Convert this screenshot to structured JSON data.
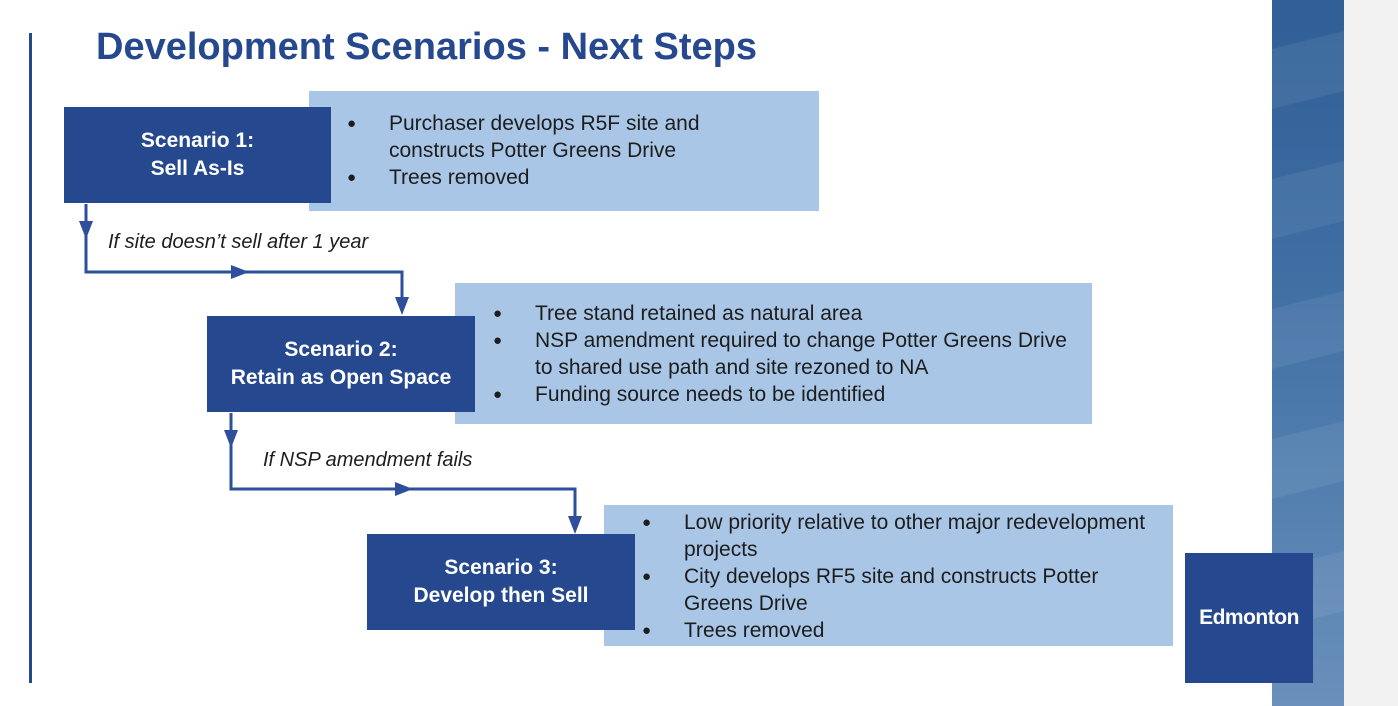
{
  "title": "Development Scenarios - Next Steps",
  "scenarios": [
    {
      "label_line1": "Scenario 1:",
      "label_line2": "Sell As-Is",
      "bullets": [
        "Purchaser develops R5F site and constructs Potter Greens Drive",
        "Trees removed"
      ]
    },
    {
      "label_line1": "Scenario 2:",
      "label_line2": "Retain as Open Space",
      "bullets": [
        "Tree stand retained as natural area",
        "NSP amendment required to change Potter Greens Drive to shared use path and site rezoned to NA",
        "Funding source needs to be identified"
      ]
    },
    {
      "label_line1": "Scenario 3:",
      "label_line2": "Develop then Sell",
      "bullets": [
        "Low priority relative to other major redevelopment projects",
        "City develops RF5 site and constructs Potter Greens Drive",
        "Trees removed"
      ]
    }
  ],
  "transitions": [
    "If site doesn’t sell after 1 year",
    "If NSP amendment fails"
  ],
  "logo": {
    "text": "Edmonton"
  },
  "colors": {
    "primary": "#25488f",
    "detail_fill": "#a9c6e6",
    "connector": "#2e4f9c"
  }
}
